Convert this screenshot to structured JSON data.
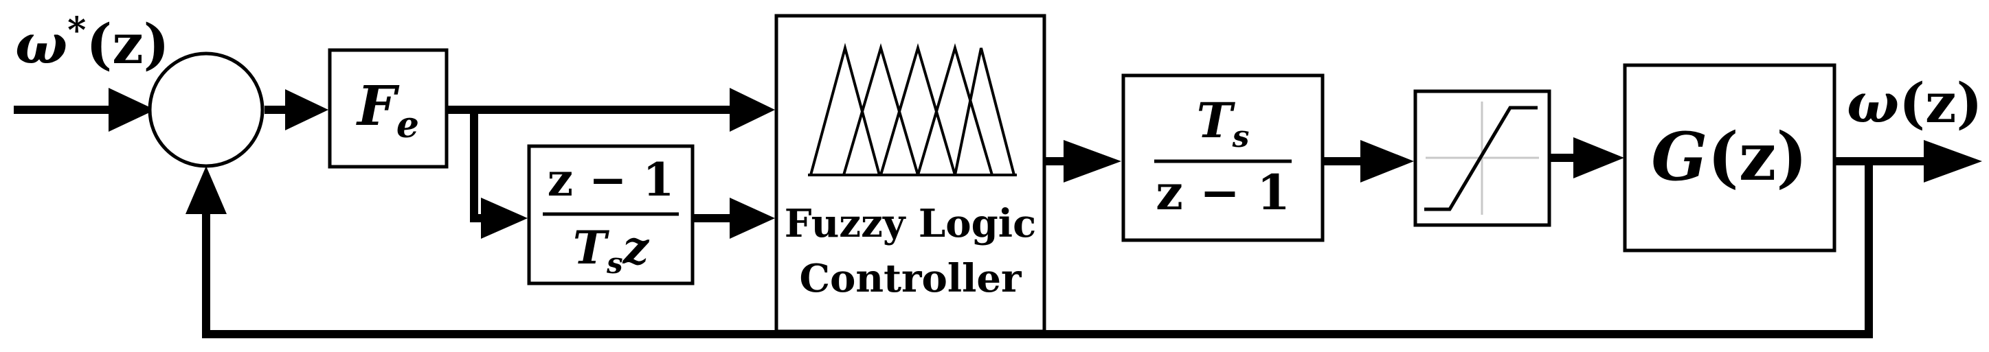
{
  "signals": {
    "reference": {
      "symbol": "ω",
      "sup": "*",
      "arg": "(z)"
    },
    "output": {
      "symbol": "ω",
      "arg": "(z)"
    }
  },
  "blocks": {
    "gain": {
      "symbol": "F",
      "sub": "e"
    },
    "derivative": {
      "num": "z − 1",
      "den": {
        "symbol": "T",
        "sub": "s",
        "tail": "z"
      }
    },
    "flc": {
      "line1": "Fuzzy Logic",
      "line2": "Controller"
    },
    "integrator": {
      "num": {
        "symbol": "T",
        "sub": "s"
      },
      "den": "z − 1"
    },
    "plant": {
      "symbol": "G",
      "arg": "(z)"
    }
  }
}
